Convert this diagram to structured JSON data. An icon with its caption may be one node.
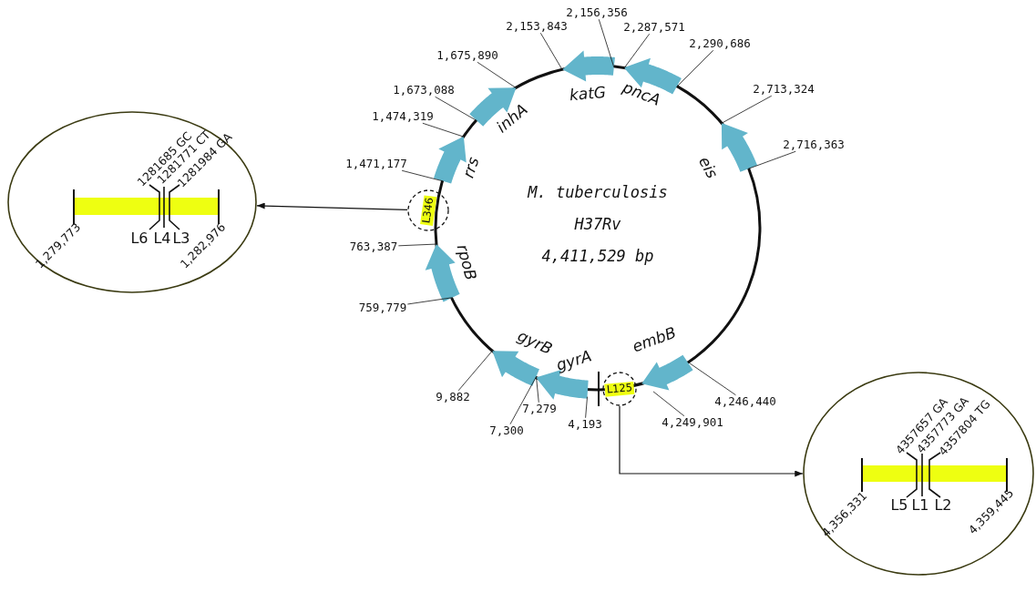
{
  "diagram": {
    "nodes": [
      {
        "text": [
          "1281685 GC",
          "1281771 CT",
          "1281984 GA",
          "1,279,773",
          "1,282,976",
          "L6",
          "L4",
          "L3"
        ]
      },
      {
        "text": [
          "L346"
        ]
      },
      {
        "text": [
          "L125"
        ]
      },
      {
        "text": [
          "4357657 GA",
          "4357773 GA",
          "4357804 TG",
          "4,356,331",
          "4,359,445",
          "L5",
          "L1",
          "L2"
        ]
      },
      {
        "text": [
          "2,156,356"
        ]
      },
      {
        "text": [
          "2,153,843"
        ]
      },
      {
        "text": [
          "2,287,571"
        ]
      },
      {
        "text": [
          "2,290,686"
        ]
      },
      {
        "text": [
          "1,675,890"
        ]
      },
      {
        "text": [
          "2,713,324"
        ]
      },
      {
        "text": [
          "1,673,088"
        ]
      },
      {
        "text": [
          "1,474,319"
        ]
      },
      {
        "text": [
          "2,716,363"
        ]
      },
      {
        "text": [
          "1,471,177"
        ]
      },
      {
        "text": [
          "763,387"
        ]
      },
      {
        "text": [
          "759,779"
        ]
      },
      {
        "text": [
          "9,882"
        ]
      },
      {
        "text": [
          "4,246,440"
        ]
      },
      {
        "text": [
          "7,279"
        ]
      },
      {
        "text": [
          "4,193"
        ]
      },
      {
        "text": [
          "4,249,901"
        ]
      },
      {
        "text": [
          "7,300"
        ]
      }
    ],
    "edges": [
      {
        "from": 1,
        "to": 0,
        "arrow": "to"
      },
      {
        "from": 2,
        "to": 3,
        "arrow": "to"
      },
      {
        "from": 4,
        "to": null,
        "arrow": "none"
      },
      {
        "from": 5,
        "to": null,
        "arrow": "none"
      },
      {
        "from": 6,
        "to": null,
        "arrow": "none"
      },
      {
        "from": 7,
        "to": null,
        "arrow": "none"
      },
      {
        "from": 8,
        "to": null,
        "arrow": "none"
      },
      {
        "from": 9,
        "to": null,
        "arrow": "none"
      },
      {
        "from": 10,
        "to": null,
        "arrow": "none"
      },
      {
        "from": 11,
        "to": null,
        "arrow": "none"
      },
      {
        "from": 12,
        "to": null,
        "arrow": "none"
      },
      {
        "from": 13,
        "to": null,
        "arrow": "none"
      },
      {
        "from": 14,
        "to": null,
        "arrow": "none"
      },
      {
        "from": 15,
        "to": null,
        "arrow": "none"
      },
      {
        "from": 16,
        "to": null,
        "arrow": "none"
      },
      {
        "from": 17,
        "to": null,
        "arrow": "none"
      },
      {
        "from": 18,
        "to": null,
        "arrow": "none"
      },
      {
        "from": 19,
        "to": null,
        "arrow": "none"
      },
      {
        "from": 20,
        "to": null,
        "arrow": "none"
      },
      {
        "from": 21,
        "to": null,
        "arrow": "none"
      }
    ],
    "labels": [
      "katG",
      "pncA",
      "inhA",
      "eis",
      "rrs",
      "M. tuberculosis",
      "H37Rv",
      "4,411,529 bp",
      "rpoB",
      "gyrB",
      "gyrA",
      "embB"
    ]
  }
}
